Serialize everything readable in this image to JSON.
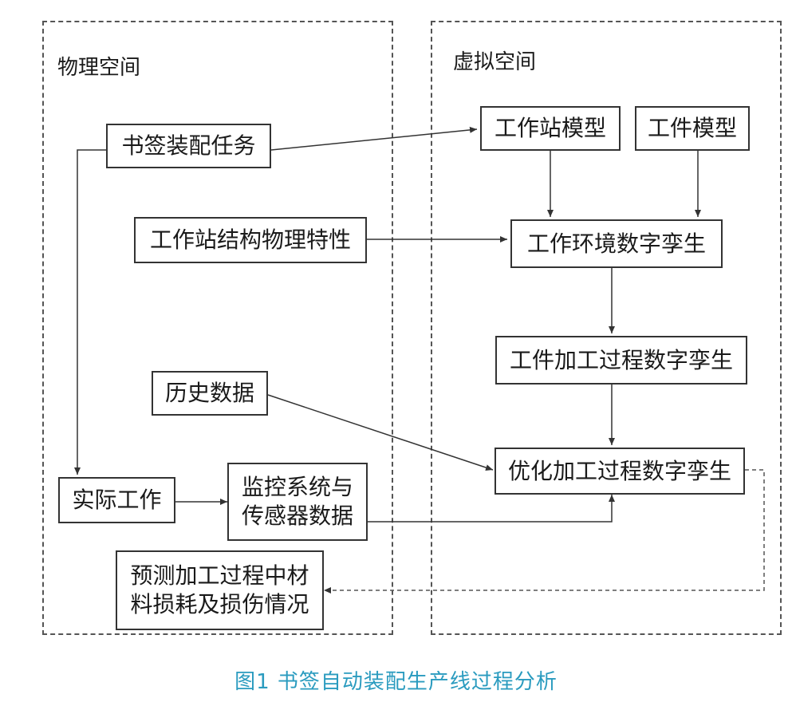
{
  "regions": {
    "physical_title": "物理空间",
    "virtual_title": "虚拟空间"
  },
  "boxes": {
    "assembly_task": "书签装配任务",
    "workstation_physics": "工作站结构物理特性",
    "history_data": "历史数据",
    "actual_work": "实际工作",
    "monitor_line1": "监控系统与",
    "monitor_line2": "传感器数据",
    "predict_line1": "预测加工过程中材",
    "predict_line2": "料损耗及损伤情况",
    "workstation_model": "工作站模型",
    "workpiece_model": "工件模型",
    "env_twin": "工作环境数字孪生",
    "process_twin": "工件加工过程数字孪生",
    "optimized_twin": "优化加工过程数字孪生"
  },
  "caption": "图1 书签自动装配生产线过程分析",
  "colors": {
    "caption": "#2a9bbf",
    "line": "#333333",
    "dashed": "#555555"
  }
}
